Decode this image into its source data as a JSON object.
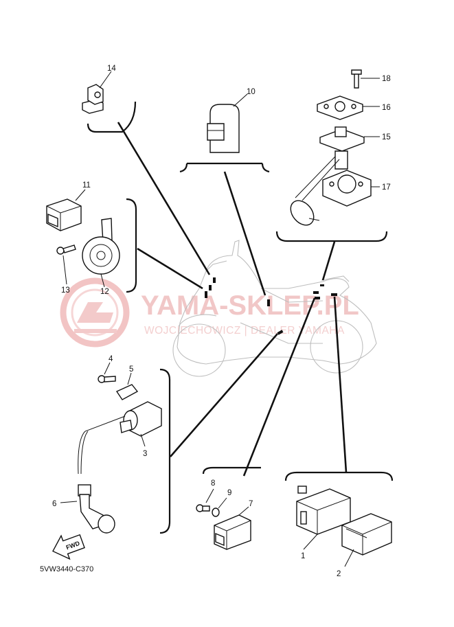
{
  "diagram": {
    "watermark": {
      "brand": "YAMA-SKLEP.PL",
      "dealer": "WOJCIECHOWICZ | DEALER YAMAHA",
      "brand_color": "#e8a0a0"
    },
    "reference_code": "5VW3440-C370",
    "fwd_label": "FWD",
    "callouts": [
      "1",
      "2",
      "3",
      "4",
      "5",
      "6",
      "7",
      "8",
      "9",
      "10",
      "11",
      "12",
      "13",
      "14",
      "15",
      "16",
      "17",
      "18"
    ]
  }
}
